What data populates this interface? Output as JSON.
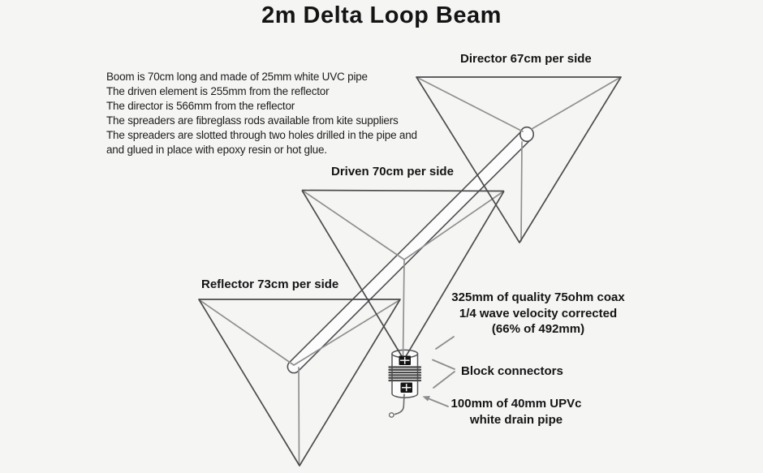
{
  "title": "2m Delta Loop Beam",
  "notes": {
    "lines": [
      "Boom is 70cm long and made of 25mm white UVC pipe",
      "The driven element is 255mm from the reflector",
      "The director is 566mm from the reflector",
      "The spreaders are fibreglass rods available from kite suppliers",
      "The spreaders are slotted through two holes drilled in the pipe and",
      "and glued in place with epoxy resin or hot glue."
    ]
  },
  "labels": {
    "director": "Director 67cm per side",
    "driven": "Driven 70cm per side",
    "reflector": "Reflector 73cm per side",
    "coax_line1": "325mm of quality 75ohm coax",
    "coax_line2": "1/4 wave velocity corrected",
    "coax_line3": "(66% of 492mm)",
    "block_connectors": "Block connectors",
    "drain_pipe_line1": "100mm of 40mm UPVc",
    "drain_pipe_line2": "white drain pipe"
  },
  "colors": {
    "background": "#f5f5f4",
    "wire_dark": "#4b4b4b",
    "spreader_gray": "#909090",
    "text": "#141414",
    "pipe_fill": "#fcfcfc",
    "connector_black": "#151515"
  }
}
